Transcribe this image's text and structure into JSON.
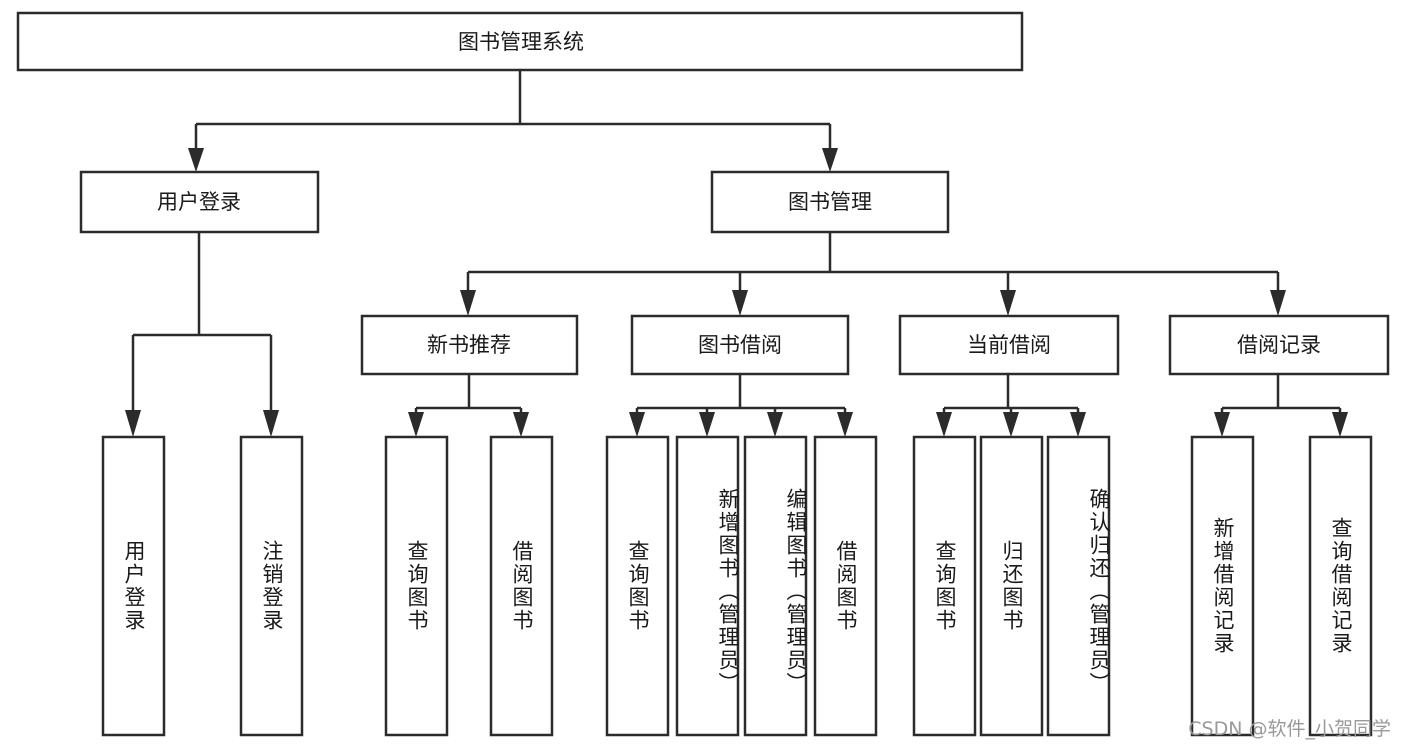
{
  "diagram": {
    "title": "图书管理系统",
    "type": "tree",
    "watermark": "CSDN @软件_小贺同学",
    "colors": {
      "box_stroke": "#2b2b2b",
      "box_fill": "#ffffff",
      "text": "#1a1a1a",
      "background": "#ffffff",
      "watermark": "#9a9a9a"
    },
    "root": {
      "label": "图书管理系统"
    },
    "level2": [
      {
        "label": "用户登录"
      },
      {
        "label": "图书管理"
      }
    ],
    "level3": [
      {
        "label": "新书推荐"
      },
      {
        "label": "图书借阅"
      },
      {
        "label": "当前借阅"
      },
      {
        "label": "借阅记录"
      }
    ],
    "leaves": [
      {
        "label": "用户登录",
        "parent": "用户登录"
      },
      {
        "label": "注销登录",
        "parent": "用户登录"
      },
      {
        "label": "查询图书",
        "parent": "新书推荐"
      },
      {
        "label": "借阅图书",
        "parent": "新书推荐"
      },
      {
        "label": "查询图书",
        "parent": "图书借阅"
      },
      {
        "label": "新增图书（管理员）",
        "parent": "图书借阅"
      },
      {
        "label": "编辑图书（管理员）",
        "parent": "图书借阅"
      },
      {
        "label": "借阅图书",
        "parent": "图书借阅"
      },
      {
        "label": "查询图书",
        "parent": "当前借阅"
      },
      {
        "label": "归还图书",
        "parent": "当前借阅"
      },
      {
        "label": "确认归还（管理员）",
        "parent": "当前借阅"
      },
      {
        "label": "新增借阅记录",
        "parent": "借阅记录"
      },
      {
        "label": "查询借阅记录",
        "parent": "借阅记录"
      }
    ]
  }
}
